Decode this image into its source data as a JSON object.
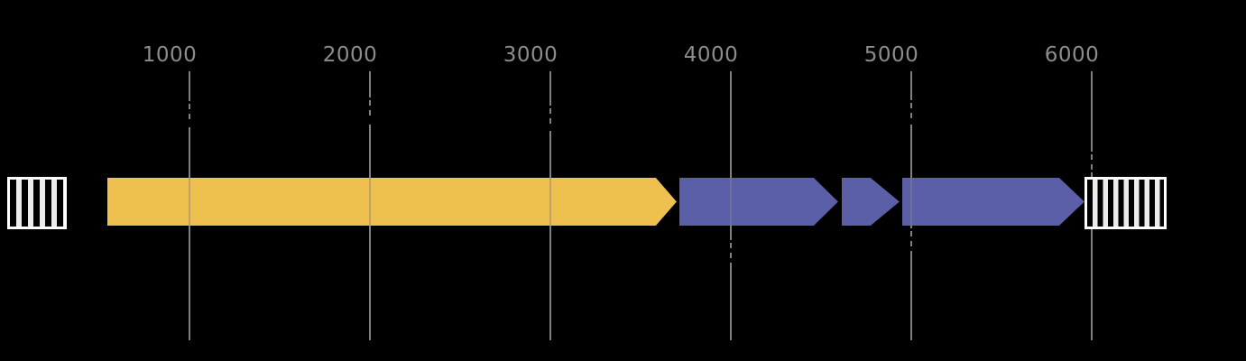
{
  "figure": {
    "background": "#000000",
    "title": "",
    "description": "Linear sequence feature map: one long gold gene arrow followed by three purple gene arrows, all pointing right, between two vertically hatched sequence-end boxes, under a bp ruler."
  },
  "chart_data": {
    "type": "gene_arrow_map",
    "axis": {
      "orientation": "horizontal",
      "ticks": [
        {
          "label": "1000",
          "value": 1000
        },
        {
          "label": "2000",
          "value": 2000
        },
        {
          "label": "3000",
          "value": 3000
        },
        {
          "label": "4000",
          "value": 4000
        },
        {
          "label": "5000",
          "value": 5000
        },
        {
          "label": "6000",
          "value": 6000
        }
      ],
      "gridlines": true
    },
    "features": [
      {
        "id": "gene-1",
        "start": 545,
        "end": 3702,
        "direction": "right",
        "color": "#edc04f"
      },
      {
        "id": "gene-2",
        "start": 3715,
        "end": 4597,
        "direction": "right",
        "color": "#5b5fa7"
      },
      {
        "id": "gene-3",
        "start": 4617,
        "end": 4937,
        "direction": "right",
        "color": "#5b5fa7"
      },
      {
        "id": "gene-4",
        "start": 4950,
        "end": 5962,
        "direction": "right",
        "color": "#5b5fa7"
      }
    ],
    "end_markers": [
      {
        "side": "left",
        "start": -10,
        "end": 320,
        "style": "vertical-hatch"
      },
      {
        "side": "right",
        "start": 5962,
        "end": 6418,
        "style": "vertical-hatch"
      }
    ],
    "colors": {
      "gridline": "#808080",
      "tick_label": "#8c8c8c",
      "hatch_fill": "#ececec",
      "hatch_gap": "#000000",
      "hatch_border": "#ffffff",
      "gold_feature": "#edc04f",
      "purple_feature": "#5b5fa7"
    }
  }
}
